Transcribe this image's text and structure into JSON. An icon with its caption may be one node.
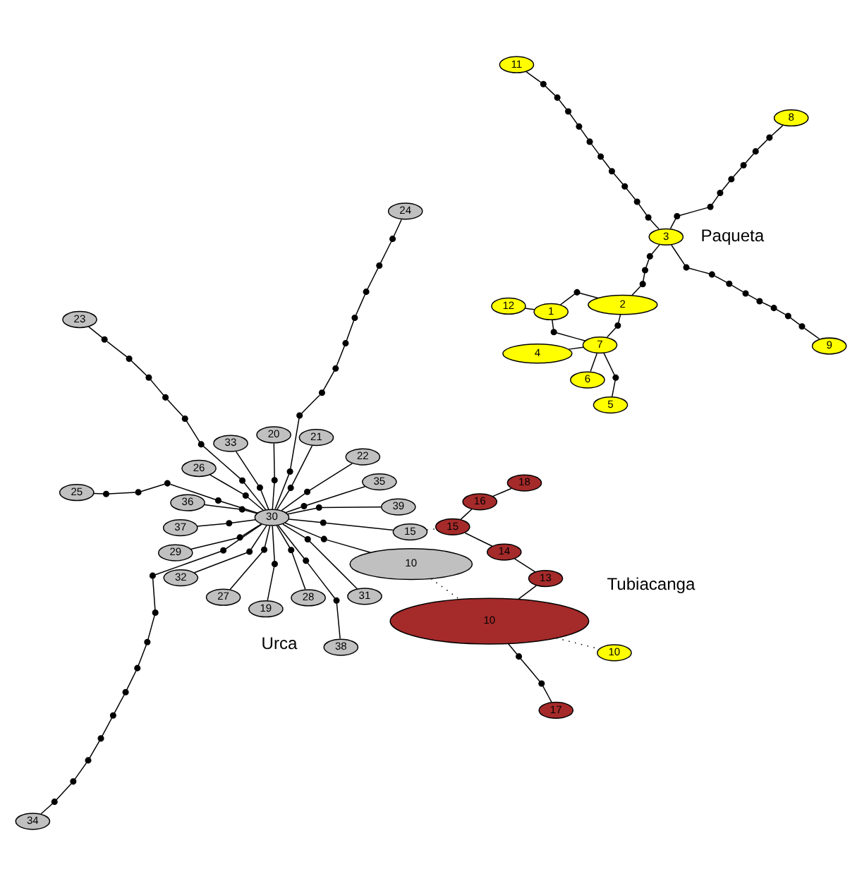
{
  "diagram": {
    "nodes": [
      {
        "text": [
          "30"
        ]
      },
      {
        "text": [
          "31"
        ]
      },
      {
        "text": [
          "32"
        ]
      },
      {
        "text": [
          "33"
        ]
      },
      {
        "text": [
          "35"
        ]
      },
      {
        "text": [
          "36"
        ]
      },
      {
        "text": [
          "37"
        ]
      },
      {
        "text": [
          "39"
        ]
      },
      {
        "text": [
          "29"
        ]
      },
      {
        "text": [
          "28"
        ]
      },
      {
        "text": [
          "27"
        ]
      },
      {
        "text": [
          "26"
        ]
      },
      {
        "text": [
          "22"
        ]
      },
      {
        "text": [
          "21"
        ]
      },
      {
        "text": [
          "20"
        ]
      },
      {
        "text": [
          "19"
        ]
      },
      {
        "text": [
          "38"
        ]
      },
      {
        "text": [
          "23"
        ]
      },
      {
        "text": [
          "25"
        ]
      },
      {
        "text": [
          "24"
        ]
      },
      {
        "text": [
          "34"
        ]
      },
      {
        "text": [
          "15"
        ]
      },
      {
        "text": [
          "10"
        ]
      },
      {
        "text": [
          "17"
        ]
      },
      {
        "text": [
          "18"
        ]
      },
      {
        "text": [
          "16"
        ]
      },
      {
        "text": [
          "15"
        ]
      },
      {
        "text": [
          "14"
        ]
      },
      {
        "text": [
          "13"
        ]
      },
      {
        "text": [
          "10"
        ]
      },
      {
        "text": [
          "6"
        ]
      },
      {
        "text": [
          "5"
        ]
      },
      {
        "text": [
          "7"
        ]
      },
      {
        "text": [
          "4"
        ]
      },
      {
        "text": [
          "2"
        ]
      },
      {
        "text": [
          "1"
        ]
      },
      {
        "text": [
          "12"
        ]
      },
      {
        "text": [
          "3"
        ]
      },
      {
        "text": [
          "10"
        ]
      },
      {
        "text": [
          "8"
        ]
      },
      {
        "text": [
          "9"
        ]
      },
      {
        "text": [
          "11"
        ]
      },
      {
        "text": [],
        "shape": "circle"
      },
      {
        "text": [],
        "shape": "circle"
      },
      {
        "text": [],
        "shape": "circle"
      },
      {
        "text": [],
        "shape": "circle"
      },
      {
        "text": [],
        "shape": "circle"
      },
      {
        "text": [],
        "shape": "circle"
      },
      {
        "text": [],
        "shape": "circle"
      },
      {
        "text": [],
        "shape": "circle"
      },
      {
        "text": [],
        "shape": "circle"
      },
      {
        "text": [],
        "shape": "circle"
      },
      {
        "text": [],
        "shape": "circle"
      },
      {
        "text": [],
        "shape": "circle"
      },
      {
        "text": [],
        "shape": "circle"
      },
      {
        "text": [],
        "shape": "circle"
      },
      {
        "text": [],
        "shape": "circle"
      },
      {
        "text": [],
        "shape": "circle"
      },
      {
        "text": [],
        "shape": "circle"
      },
      {
        "text": [],
        "shape": "circle"
      },
      {
        "text": [],
        "shape": "circle"
      },
      {
        "text": [],
        "shape": "circle"
      },
      {
        "text": [],
        "shape": "circle"
      },
      {
        "text": [],
        "shape": "circle"
      },
      {
        "text": [],
        "shape": "circle"
      },
      {
        "text": [],
        "shape": "circle"
      },
      {
        "text": [],
        "shape": "circle"
      },
      {
        "text": [],
        "shape": "circle"
      },
      {
        "text": [],
        "shape": "circle"
      },
      {
        "text": [],
        "shape": "circle"
      },
      {
        "text": [],
        "shape": "circle"
      },
      {
        "text": [],
        "shape": "circle"
      },
      {
        "text": [],
        "shape": "circle"
      },
      {
        "text": [],
        "shape": "circle"
      },
      {
        "text": [],
        "shape": "circle"
      },
      {
        "text": [],
        "shape": "circle"
      },
      {
        "text": [],
        "shape": "circle"
      },
      {
        "text": [],
        "shape": "circle"
      },
      {
        "text": [],
        "shape": "circle"
      },
      {
        "text": [],
        "shape": "circle"
      },
      {
        "text": [],
        "shape": "circle"
      },
      {
        "text": [],
        "shape": "circle"
      },
      {
        "text": [],
        "shape": "circle"
      },
      {
        "text": [],
        "shape": "circle"
      },
      {
        "text": [],
        "shape": "circle"
      },
      {
        "text": [],
        "shape": "circle"
      },
      {
        "text": [],
        "shape": "circle"
      },
      {
        "text": [],
        "shape": "circle"
      },
      {
        "text": [],
        "shape": "circle"
      },
      {
        "text": [],
        "shape": "circle"
      },
      {
        "text": [],
        "shape": "circle"
      },
      {
        "text": [],
        "shape": "circle"
      },
      {
        "text": [],
        "shape": "circle"
      },
      {
        "text": [],
        "shape": "circle"
      },
      {
        "text": [],
        "shape": "circle"
      },
      {
        "text": [],
        "shape": "circle"
      },
      {
        "text": [],
        "shape": "circle"
      },
      {
        "text": [],
        "shape": "circle"
      },
      {
        "text": [],
        "shape": "circle"
      },
      {
        "text": [],
        "shape": "circle"
      },
      {
        "text": [],
        "shape": "circle"
      },
      {
        "text": [],
        "shape": "circle"
      },
      {
        "text": [],
        "shape": "circle"
      },
      {
        "text": [],
        "shape": "circle"
      },
      {
        "text": [],
        "shape": "circle"
      },
      {
        "text": [],
        "shape": "circle"
      },
      {
        "text": [],
        "shape": "circle"
      },
      {
        "text": [],
        "shape": "circle"
      },
      {
        "text": [],
        "shape": "circle"
      },
      {
        "text": [],
        "shape": "circle"
      },
      {
        "text": [],
        "shape": "circle"
      },
      {
        "text": [],
        "shape": "circle"
      },
      {
        "text": [],
        "shape": "circle"
      },
      {
        "text": [],
        "shape": "circle"
      },
      {
        "text": [],
        "shape": "circle"
      },
      {
        "text": [],
        "shape": "circle"
      },
      {
        "text": [],
        "shape": "circle"
      },
      {
        "text": [],
        "shape": "circle"
      },
      {
        "text": [],
        "shape": "circle"
      },
      {
        "text": [],
        "shape": "circle"
      },
      {
        "text": [],
        "shape": "circle"
      },
      {
        "text": [],
        "shape": "circle"
      },
      {
        "text": [],
        "shape": "circle"
      },
      {
        "text": [],
        "shape": "circle"
      },
      {
        "text": [],
        "shape": "circle"
      },
      {
        "text": [],
        "shape": "circle"
      }
    ],
    "edges": [
      {
        "from": 0,
        "to": 42,
        "arrow": "none"
      },
      {
        "from": 42,
        "to": 1,
        "arrow": "none"
      },
      {
        "from": 0,
        "to": 43,
        "arrow": "none"
      },
      {
        "from": 43,
        "to": 2,
        "arrow": "none"
      },
      {
        "from": 0,
        "to": 44,
        "arrow": "none"
      },
      {
        "from": 44,
        "to": 3,
        "arrow": "none"
      },
      {
        "from": 0,
        "to": 45,
        "arrow": "none"
      },
      {
        "from": 45,
        "to": 4,
        "arrow": "none"
      },
      {
        "from": 0,
        "to": 46,
        "arrow": "none"
      },
      {
        "from": 46,
        "to": 5,
        "arrow": "none"
      },
      {
        "from": 0,
        "to": 47,
        "arrow": "none"
      },
      {
        "from": 47,
        "to": 6,
        "arrow": "none"
      },
      {
        "from": 0,
        "to": 48,
        "arrow": "none"
      },
      {
        "from": 48,
        "to": 7,
        "arrow": "none"
      },
      {
        "from": 0,
        "to": 49,
        "arrow": "none"
      },
      {
        "from": 49,
        "to": 8,
        "arrow": "none"
      },
      {
        "from": 0,
        "to": 50,
        "arrow": "none"
      },
      {
        "from": 50,
        "to": 9,
        "arrow": "none"
      },
      {
        "from": 0,
        "to": 51,
        "arrow": "none"
      },
      {
        "from": 51,
        "to": 10,
        "arrow": "none"
      },
      {
        "from": 0,
        "to": 52,
        "arrow": "none"
      },
      {
        "from": 52,
        "to": 11,
        "arrow": "none"
      },
      {
        "from": 0,
        "to": 53,
        "arrow": "none"
      },
      {
        "from": 53,
        "to": 12,
        "arrow": "none"
      },
      {
        "from": 0,
        "to": 54,
        "arrow": "none"
      },
      {
        "from": 54,
        "to": 13,
        "arrow": "none"
      },
      {
        "from": 0,
        "to": 55,
        "arrow": "none"
      },
      {
        "from": 55,
        "to": 14,
        "arrow": "none"
      },
      {
        "from": 0,
        "to": 56,
        "arrow": "none"
      },
      {
        "from": 56,
        "to": 15,
        "arrow": "none"
      },
      {
        "from": 0,
        "to": 57,
        "arrow": "none"
      },
      {
        "from": 57,
        "to": 58,
        "arrow": "none"
      },
      {
        "from": 58,
        "to": 16,
        "arrow": "none"
      },
      {
        "from": 0,
        "to": 59,
        "arrow": "none"
      },
      {
        "from": 59,
        "to": 60,
        "arrow": "none"
      },
      {
        "from": 60,
        "to": 61,
        "arrow": "none"
      },
      {
        "from": 61,
        "to": 62,
        "arrow": "none"
      },
      {
        "from": 62,
        "to": 63,
        "arrow": "none"
      },
      {
        "from": 63,
        "to": 64,
        "arrow": "none"
      },
      {
        "from": 64,
        "to": 65,
        "arrow": "none"
      },
      {
        "from": 65,
        "to": 17,
        "arrow": "none"
      },
      {
        "from": 0,
        "to": 66,
        "arrow": "none"
      },
      {
        "from": 66,
        "to": 67,
        "arrow": "none"
      },
      {
        "from": 67,
        "to": 68,
        "arrow": "none"
      },
      {
        "from": 68,
        "to": 69,
        "arrow": "none"
      },
      {
        "from": 69,
        "to": 18,
        "arrow": "none"
      },
      {
        "from": 0,
        "to": 70,
        "arrow": "none"
      },
      {
        "from": 70,
        "to": 71,
        "arrow": "none"
      },
      {
        "from": 71,
        "to": 72,
        "arrow": "none"
      },
      {
        "from": 72,
        "to": 73,
        "arrow": "none"
      },
      {
        "from": 73,
        "to": 74,
        "arrow": "none"
      },
      {
        "from": 74,
        "to": 75,
        "arrow": "none"
      },
      {
        "from": 75,
        "to": 76,
        "arrow": "none"
      },
      {
        "from": 76,
        "to": 77,
        "arrow": "none"
      },
      {
        "from": 77,
        "to": 78,
        "arrow": "none"
      },
      {
        "from": 78,
        "to": 19,
        "arrow": "none"
      },
      {
        "from": 0,
        "to": 79,
        "arrow": "none"
      },
      {
        "from": 79,
        "to": 80,
        "arrow": "none"
      },
      {
        "from": 80,
        "to": 81,
        "arrow": "none"
      },
      {
        "from": 81,
        "to": 82,
        "arrow": "none"
      },
      {
        "from": 82,
        "to": 83,
        "arrow": "none"
      },
      {
        "from": 83,
        "to": 84,
        "arrow": "none"
      },
      {
        "from": 84,
        "to": 85,
        "arrow": "none"
      },
      {
        "from": 85,
        "to": 86,
        "arrow": "none"
      },
      {
        "from": 86,
        "to": 87,
        "arrow": "none"
      },
      {
        "from": 87,
        "to": 88,
        "arrow": "none"
      },
      {
        "from": 88,
        "to": 89,
        "arrow": "none"
      },
      {
        "from": 89,
        "to": 20,
        "arrow": "none"
      },
      {
        "from": 0,
        "to": 90,
        "arrow": "none"
      },
      {
        "from": 90,
        "to": 21,
        "arrow": "none"
      },
      {
        "from": 0,
        "to": 91,
        "arrow": "none"
      },
      {
        "from": 91,
        "to": 22,
        "arrow": "none"
      },
      {
        "from": 29,
        "to": 92,
        "arrow": "none"
      },
      {
        "from": 92,
        "to": 93,
        "arrow": "none"
      },
      {
        "from": 93,
        "to": 23,
        "arrow": "none"
      },
      {
        "from": 24,
        "to": 25,
        "arrow": "none"
      },
      {
        "from": 25,
        "to": 26,
        "arrow": "none"
      },
      {
        "from": 26,
        "to": 27,
        "arrow": "none"
      },
      {
        "from": 27,
        "to": 28,
        "arrow": "none"
      },
      {
        "from": 28,
        "to": 29,
        "arrow": "none"
      },
      {
        "from": 30,
        "to": 32,
        "arrow": "none"
      },
      {
        "from": 31,
        "to": 94,
        "arrow": "none"
      },
      {
        "from": 94,
        "to": 32,
        "arrow": "none"
      },
      {
        "from": 33,
        "to": 32,
        "arrow": "none"
      },
      {
        "from": 32,
        "to": 95,
        "arrow": "none"
      },
      {
        "from": 95,
        "to": 34,
        "arrow": "none"
      },
      {
        "from": 32,
        "to": 96,
        "arrow": "none"
      },
      {
        "from": 96,
        "to": 35,
        "arrow": "none"
      },
      {
        "from": 35,
        "to": 36,
        "arrow": "none"
      },
      {
        "from": 34,
        "to": 97,
        "arrow": "none"
      },
      {
        "from": 97,
        "to": 35,
        "arrow": "none"
      },
      {
        "from": 37,
        "to": 98,
        "arrow": "none"
      },
      {
        "from": 98,
        "to": 99,
        "arrow": "none"
      },
      {
        "from": 99,
        "to": 100,
        "arrow": "none"
      },
      {
        "from": 100,
        "to": 34,
        "arrow": "none"
      },
      {
        "from": 37,
        "to": 101,
        "arrow": "none"
      },
      {
        "from": 101,
        "to": 102,
        "arrow": "none"
      },
      {
        "from": 102,
        "to": 103,
        "arrow": "none"
      },
      {
        "from": 103,
        "to": 104,
        "arrow": "none"
      },
      {
        "from": 104,
        "to": 105,
        "arrow": "none"
      },
      {
        "from": 105,
        "to": 106,
        "arrow": "none"
      },
      {
        "from": 106,
        "to": 107,
        "arrow": "none"
      },
      {
        "from": 107,
        "to": 39,
        "arrow": "none"
      },
      {
        "from": 37,
        "to": 108,
        "arrow": "none"
      },
      {
        "from": 108,
        "to": 109,
        "arrow": "none"
      },
      {
        "from": 109,
        "to": 110,
        "arrow": "none"
      },
      {
        "from": 110,
        "to": 111,
        "arrow": "none"
      },
      {
        "from": 111,
        "to": 112,
        "arrow": "none"
      },
      {
        "from": 112,
        "to": 113,
        "arrow": "none"
      },
      {
        "from": 113,
        "to": 114,
        "arrow": "none"
      },
      {
        "from": 114,
        "to": 115,
        "arrow": "none"
      },
      {
        "from": 115,
        "to": 40,
        "arrow": "none"
      },
      {
        "from": 37,
        "to": 116,
        "arrow": "none"
      },
      {
        "from": 116,
        "to": 117,
        "arrow": "none"
      },
      {
        "from": 117,
        "to": 118,
        "arrow": "none"
      },
      {
        "from": 118,
        "to": 119,
        "arrow": "none"
      },
      {
        "from": 119,
        "to": 120,
        "arrow": "none"
      },
      {
        "from": 120,
        "to": 121,
        "arrow": "none"
      },
      {
        "from": 121,
        "to": 122,
        "arrow": "none"
      },
      {
        "from": 122,
        "to": 123,
        "arrow": "none"
      },
      {
        "from": 123,
        "to": 124,
        "arrow": "none"
      },
      {
        "from": 124,
        "to": 125,
        "arrow": "none"
      },
      {
        "from": 125,
        "to": 41,
        "arrow": "none"
      },
      {
        "from": 21,
        "to": 26,
        "arrow": "none",
        "style": "dashed"
      },
      {
        "from": 22,
        "to": 29,
        "arrow": "none",
        "style": "dashed"
      },
      {
        "from": 29,
        "to": 38,
        "arrow": "none",
        "style": "dashed"
      }
    ],
    "labels": [
      "Urca",
      "Tubiacanga",
      "Paqueta"
    ]
  }
}
